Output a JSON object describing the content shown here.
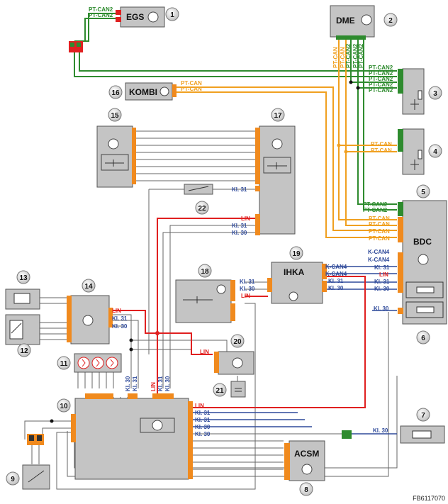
{
  "modules": {
    "egs": "EGS",
    "dme": "DME",
    "kombi": "KOMBI",
    "bdc": "BDC",
    "ihka": "IHKA",
    "acsm": "ACSM"
  },
  "numbers": [
    "1",
    "2",
    "3",
    "4",
    "5",
    "6",
    "7",
    "8",
    "9",
    "10",
    "11",
    "12",
    "13",
    "14",
    "15",
    "16",
    "17",
    "18",
    "19",
    "20",
    "21",
    "22"
  ],
  "bus": {
    "pt_can": "PT-CAN",
    "pt_can2": "PT-CAN2",
    "k_can4": "K-CAN4",
    "lin": "LIN",
    "kl31": "Kl. 31",
    "kl30": "Kl. 30"
  },
  "figure_code": "FB6117070",
  "colors": {
    "pt_can": "#f0a020",
    "pt_can2": "#2e8b2e",
    "k_can4": "#2f4a9a",
    "lin": "#e02020",
    "wire": "#555555",
    "box": "#c4c4c4",
    "connector": "#f08a1e"
  }
}
